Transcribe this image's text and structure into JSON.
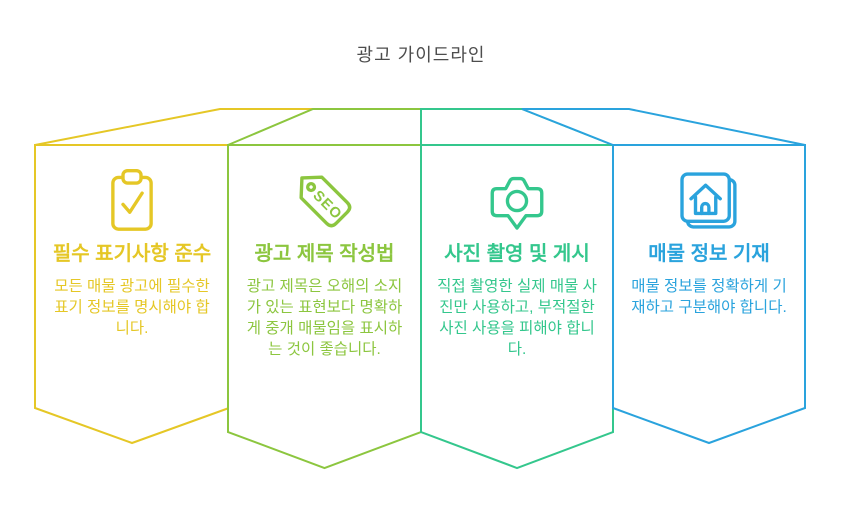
{
  "page": {
    "title": "광고 가이드라인",
    "title_color": "#4d4d4d",
    "background": "#ffffff"
  },
  "seo_label": "SEO",
  "cards": [
    {
      "id": "required-labeling",
      "icon": "clipboard-check-icon",
      "accent": "#e5c726",
      "title": "필수 표기사항 준수",
      "description": "모든 매물 광고에 필수한 표기 정보를 명시해야 합니다."
    },
    {
      "id": "ad-title-writing",
      "icon": "seo-tag-icon",
      "accent": "#8cc63f",
      "title": "광고 제목 작성법",
      "description": "광고 제목은 오해의 소지가 있는 표현보다 명확하게 중개 매물임을 표시하는 것이 좋습니다."
    },
    {
      "id": "photo-shooting-posting",
      "icon": "camera-pin-icon",
      "accent": "#34c78d",
      "title": "사진 촬영 및 게시",
      "description": "직접 촬영한 실제 매물 사진만 사용하고, 부적절한 사진 사용을 피해야 합니다."
    },
    {
      "id": "listing-info-entry",
      "icon": "house-photos-icon",
      "accent": "#2aa3dd",
      "title": "매물 정보 기재",
      "description": "매물 정보를 정확하게 기재하고 구분해야 합니다."
    }
  ]
}
